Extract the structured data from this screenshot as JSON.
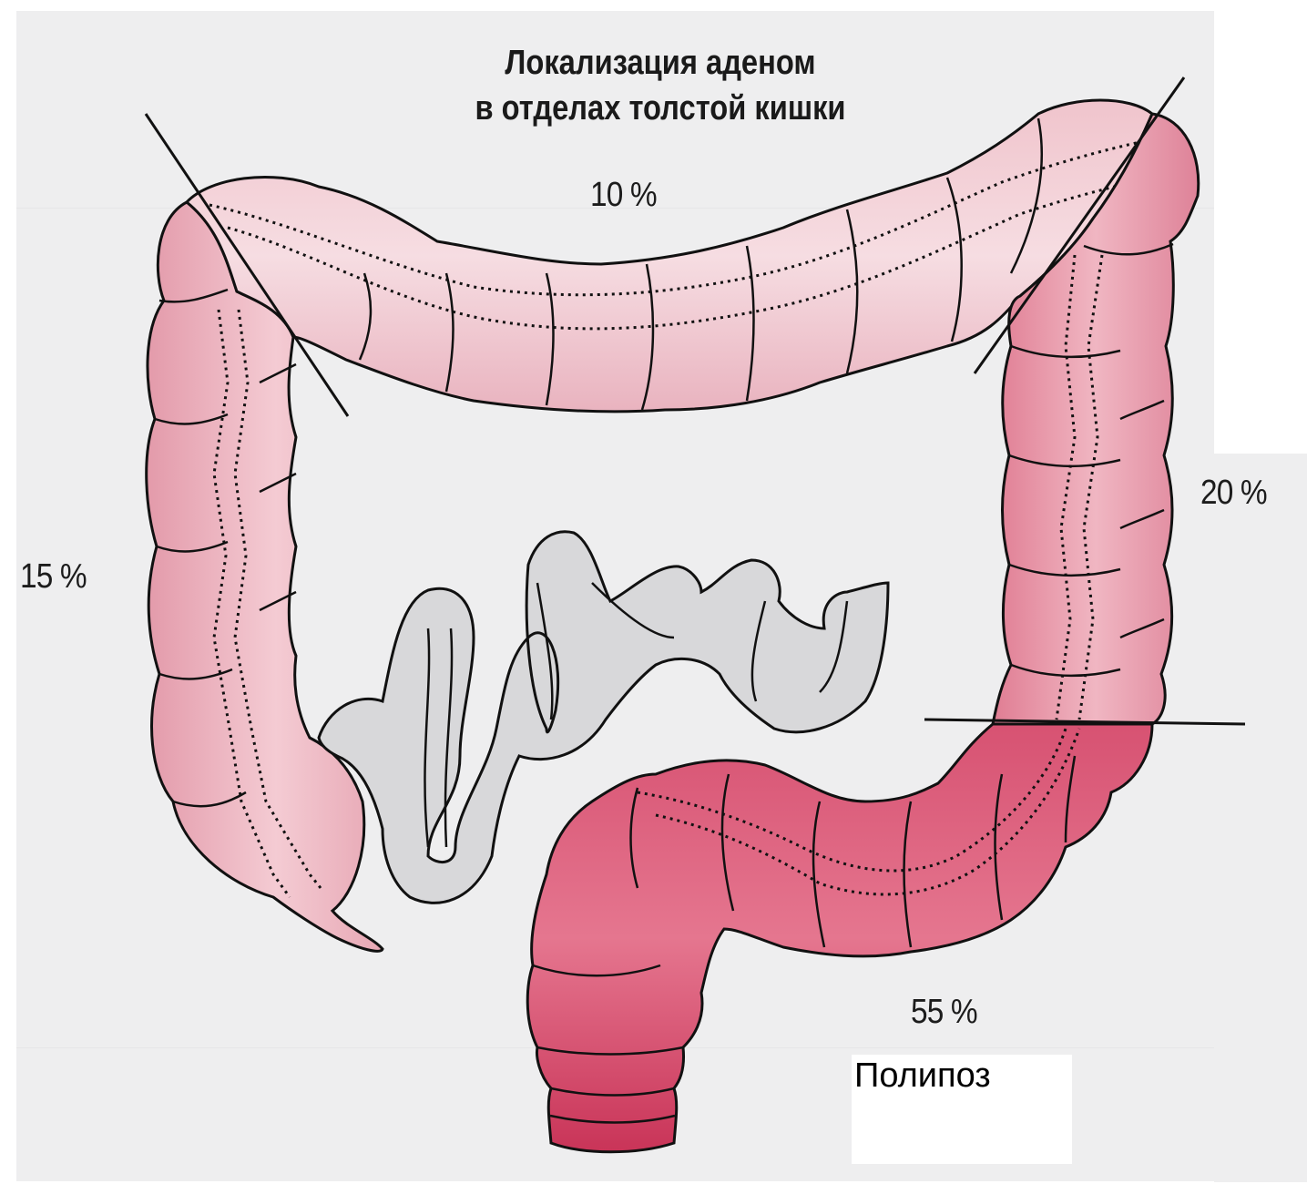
{
  "title": {
    "line1": "Локализация аденом",
    "line2": "в отделах толстой кишки"
  },
  "segments": {
    "transverse": "10 %",
    "ascending": "15 %",
    "descending": "20 %",
    "sigmoid_rectum": "55 %"
  },
  "caption": "Полипоз",
  "colors": {
    "background": "#eeeeef",
    "colon_light": "#eab4c0",
    "colon_mid": "#e2a0ae",
    "colon_dark": "#c93458",
    "small_intestine": "#d6d6d8",
    "outline": "#111111"
  }
}
